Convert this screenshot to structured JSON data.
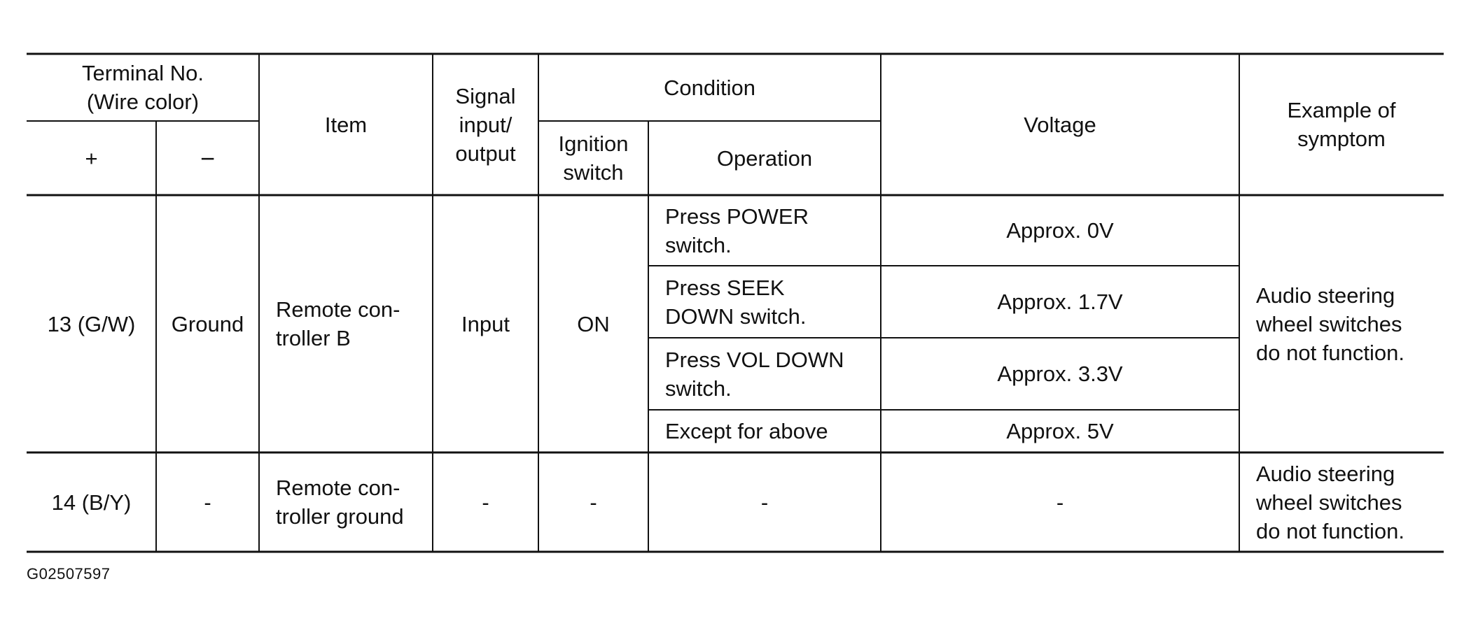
{
  "header": {
    "terminal": "Terminal No.\n(Wire color)",
    "plus": "+",
    "minus": "−",
    "item": "Item",
    "signal": "Signal\ninput/\noutput",
    "condition": "Condition",
    "ignition": "Ignition\nswitch",
    "operation": "Operation",
    "voltage": "Voltage",
    "symptom": "Example of\nsymptom"
  },
  "rows": [
    {
      "plus": "13 (G/W)",
      "minus": "Ground",
      "item": "Remote con-\ntroller B",
      "signal": "Input",
      "ignition": "ON",
      "conditions": [
        {
          "operation": "Press POWER\nswitch.",
          "voltage": "Approx. 0V"
        },
        {
          "operation": "Press SEEK\nDOWN switch.",
          "voltage": "Approx. 1.7V"
        },
        {
          "operation": "Press VOL DOWN\nswitch.",
          "voltage": "Approx. 3.3V"
        },
        {
          "operation": "Except for above",
          "voltage": "Approx. 5V"
        }
      ],
      "symptom": "Audio steering\nwheel switches\ndo not function."
    },
    {
      "plus": "14 (B/Y)",
      "minus": "-",
      "item": "Remote con-\ntroller ground",
      "signal": "-",
      "ignition": "-",
      "operation": "-",
      "voltage": "-",
      "symptom": "Audio steering\nwheel switches\ndo not function."
    }
  ],
  "figure_id": "G02507597"
}
